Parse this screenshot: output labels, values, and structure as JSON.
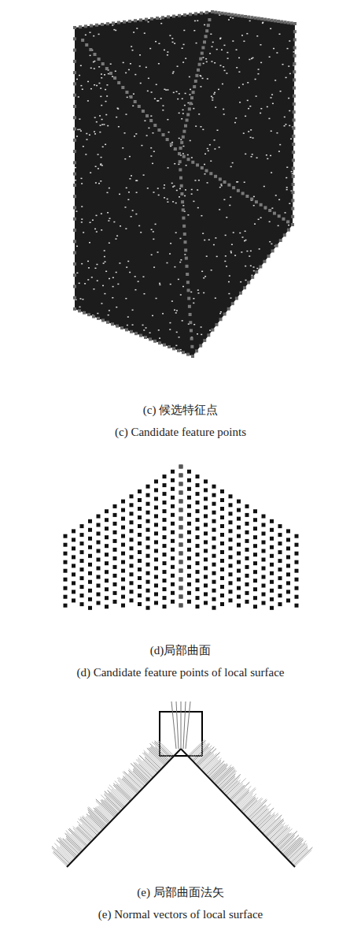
{
  "diagram": {
    "labels": [
      "(c) 候选特征点",
      "(c) Candidate feature points",
      "(d)局部曲面",
      "(d) Candidate feature points of local surface",
      "(e) 局部曲面法矢",
      "(e) Normal vectors of local surface"
    ]
  }
}
